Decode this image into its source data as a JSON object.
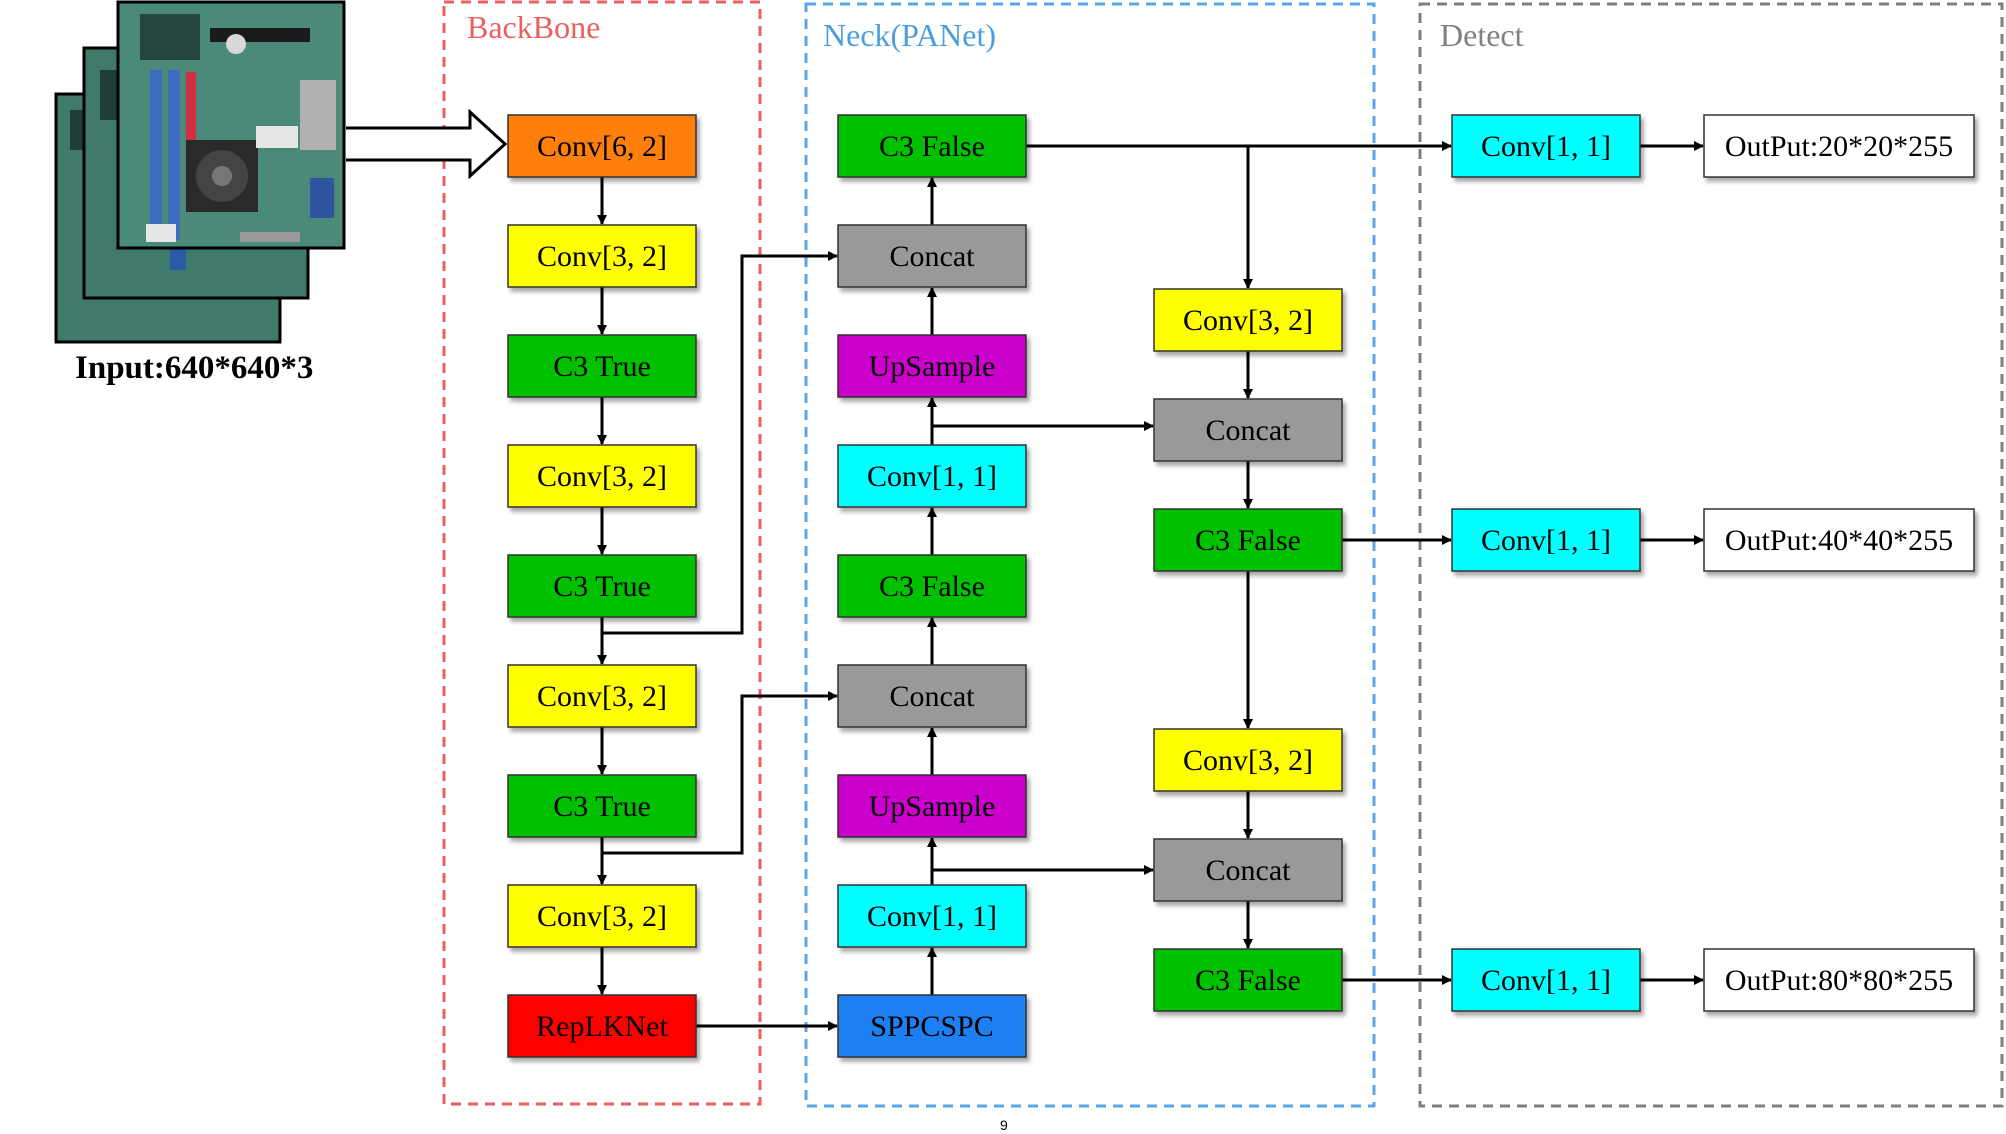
{
  "colors": {
    "orange": "#ff7f0e",
    "yellow": "#ffff00",
    "green": "#00c000",
    "red": "#ff0000",
    "gray": "#999999",
    "magenta": "#cc00cc",
    "cyan": "#00ffff",
    "blue": "#1e7ff2",
    "white": "#ffffff",
    "backbone_border": "#e86060",
    "neck_border": "#5aa5e6",
    "detect_border": "#7f7f7f",
    "board_green": "#3f7a6a"
  },
  "sections": {
    "backbone": "BackBone",
    "neck": "Neck(PANet)",
    "detect": "Detect"
  },
  "input": {
    "label": "Input:640*640*3",
    "icon": "circuit-board-image-stack"
  },
  "backbone_blocks": [
    {
      "label": "Conv[6, 2]",
      "color": "orange"
    },
    {
      "label": "Conv[3, 2]",
      "color": "yellow"
    },
    {
      "label": "C3 True",
      "color": "green"
    },
    {
      "label": "Conv[3, 2]",
      "color": "yellow"
    },
    {
      "label": "C3 True",
      "color": "green"
    },
    {
      "label": "Conv[3, 2]",
      "color": "yellow"
    },
    {
      "label": "C3 True",
      "color": "green"
    },
    {
      "label": "Conv[3, 2]",
      "color": "yellow"
    },
    {
      "label": "RepLKNet",
      "color": "red"
    }
  ],
  "neck_up_blocks": [
    {
      "label": "C3 False",
      "color": "green"
    },
    {
      "label": "Concat",
      "color": "gray"
    },
    {
      "label": "UpSample",
      "color": "magenta"
    },
    {
      "label": "Conv[1, 1]",
      "color": "cyan"
    },
    {
      "label": "C3 False",
      "color": "green"
    },
    {
      "label": "Concat",
      "color": "gray"
    },
    {
      "label": "UpSample",
      "color": "magenta"
    },
    {
      "label": "Conv[1, 1]",
      "color": "cyan"
    },
    {
      "label": "SPPCSPC",
      "color": "blue"
    }
  ],
  "neck_down_blocks": [
    {
      "label": "Conv[3, 2]",
      "color": "yellow"
    },
    {
      "label": "Concat",
      "color": "gray"
    },
    {
      "label": "C3 False",
      "color": "green"
    },
    {
      "label": "Conv[3, 2]",
      "color": "yellow"
    },
    {
      "label": "Concat",
      "color": "gray"
    },
    {
      "label": "C3 False",
      "color": "green"
    }
  ],
  "detect_convs": [
    {
      "label": "Conv[1, 1]",
      "color": "cyan"
    },
    {
      "label": "Conv[1, 1]",
      "color": "cyan"
    },
    {
      "label": "Conv[1, 1]",
      "color": "cyan"
    }
  ],
  "outputs": [
    {
      "label": "OutPut:20*20*255",
      "color": "white"
    },
    {
      "label": "OutPut:40*40*255",
      "color": "white"
    },
    {
      "label": "OutPut:80*80*255",
      "color": "white"
    }
  ],
  "page_number": "9"
}
